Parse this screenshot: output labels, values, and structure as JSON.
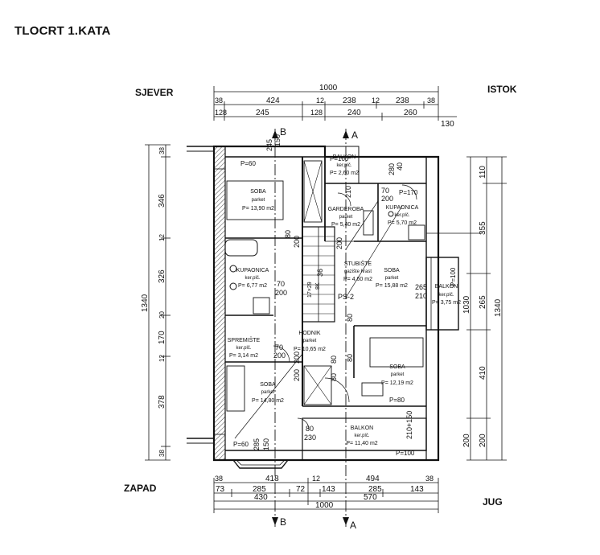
{
  "title": "TLOCRT 1.KATA",
  "directions": {
    "north": "SJEVER",
    "east": "ISTOK",
    "west": "ZAPAD",
    "south": "JUG"
  },
  "section_marks": {
    "a": "A",
    "b": "B"
  },
  "rooms": [
    {
      "name": "SOBA",
      "floor": "parket",
      "area": "P= 13,90 m2"
    },
    {
      "name": "BALKON",
      "floor": "ker.plč.",
      "area": "P= 2,60 m2"
    },
    {
      "name": "GARDEROBA",
      "floor": "parket",
      "area": "P= 5,40 m2"
    },
    {
      "name": "KUPAONICA",
      "floor": "ker.plč.",
      "area": "P= 5,70 m2"
    },
    {
      "name": "KUPAONICA",
      "floor": "ker.plč.",
      "area": "P= 6,77 m2"
    },
    {
      "name": "STUBIŠTE",
      "floor": "gazište hrast",
      "area": "P= 4,60 m2"
    },
    {
      "name": "SOBA",
      "floor": "parket",
      "area": "P= 15,88 m2"
    },
    {
      "name": "BALKON",
      "floor": "ker.plč.",
      "area": "P= 3,75 m2"
    },
    {
      "name": "SPREMIŠTE",
      "floor": "ker.plč.",
      "area": "P= 3,14 m2"
    },
    {
      "name": "HODNIK",
      "floor": "parket",
      "area": "P= 10,65 m2"
    },
    {
      "name": "SOBA",
      "floor": "parket",
      "area": "P= 12,19 m2"
    },
    {
      "name": "SOBA",
      "floor": "parket",
      "area": "P= 14,80 m2"
    },
    {
      "name": "BALKON",
      "floor": "ker.plč.",
      "area": "P= 11,40 m2"
    }
  ],
  "window_labels": [
    "P=60",
    "P=100",
    "P=170",
    "P=100",
    "P=80",
    "P=60",
    "P=100",
    "PS-2"
  ],
  "dims_top": [
    "1000",
    "38",
    "424",
    "12",
    "238",
    "12",
    "238",
    "38",
    "128",
    "245",
    "128",
    "240",
    "260",
    "130"
  ],
  "dims_bottom": [
    "38",
    "418",
    "12",
    "494",
    "38",
    "73",
    "285",
    "72",
    "143",
    "285",
    "143",
    "430",
    "570",
    "1000"
  ],
  "dims_left": [
    "38",
    "346",
    "12",
    "326",
    "20",
    "170",
    "12",
    "378",
    "38",
    "1340"
  ],
  "dims_right": [
    "110",
    "355",
    "1030",
    "265",
    "1340",
    "410",
    "200",
    "200"
  ],
  "dims_inner": [
    "245",
    "150",
    "280",
    "40",
    "210",
    "70",
    "200",
    "200",
    "80",
    "200",
    "70",
    "200",
    "36",
    "80",
    "265",
    "210",
    "200",
    "80",
    "80",
    "70",
    "200",
    "200",
    "80",
    "210+150",
    "285",
    "150",
    "80",
    "230",
    "17×29",
    "8K"
  ]
}
